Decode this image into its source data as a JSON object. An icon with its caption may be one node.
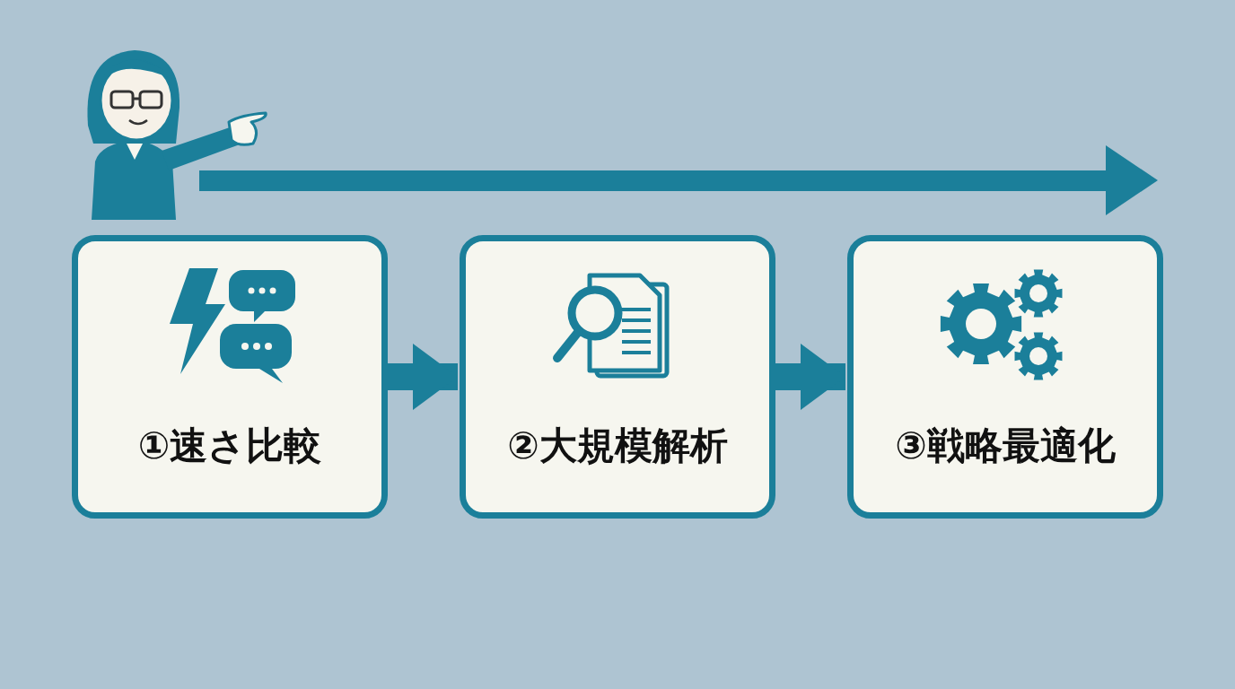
{
  "diagram": {
    "nodes": [
      {
        "text": [
          "①速さ比較"
        ]
      },
      {
        "text": [
          "②大規模解析"
        ]
      },
      {
        "text": [
          "③戦略最適化"
        ]
      }
    ],
    "edges": [
      {
        "from": 0,
        "to": 1,
        "arrow": "to"
      },
      {
        "from": 1,
        "to": 2,
        "arrow": "to"
      }
    ]
  }
}
